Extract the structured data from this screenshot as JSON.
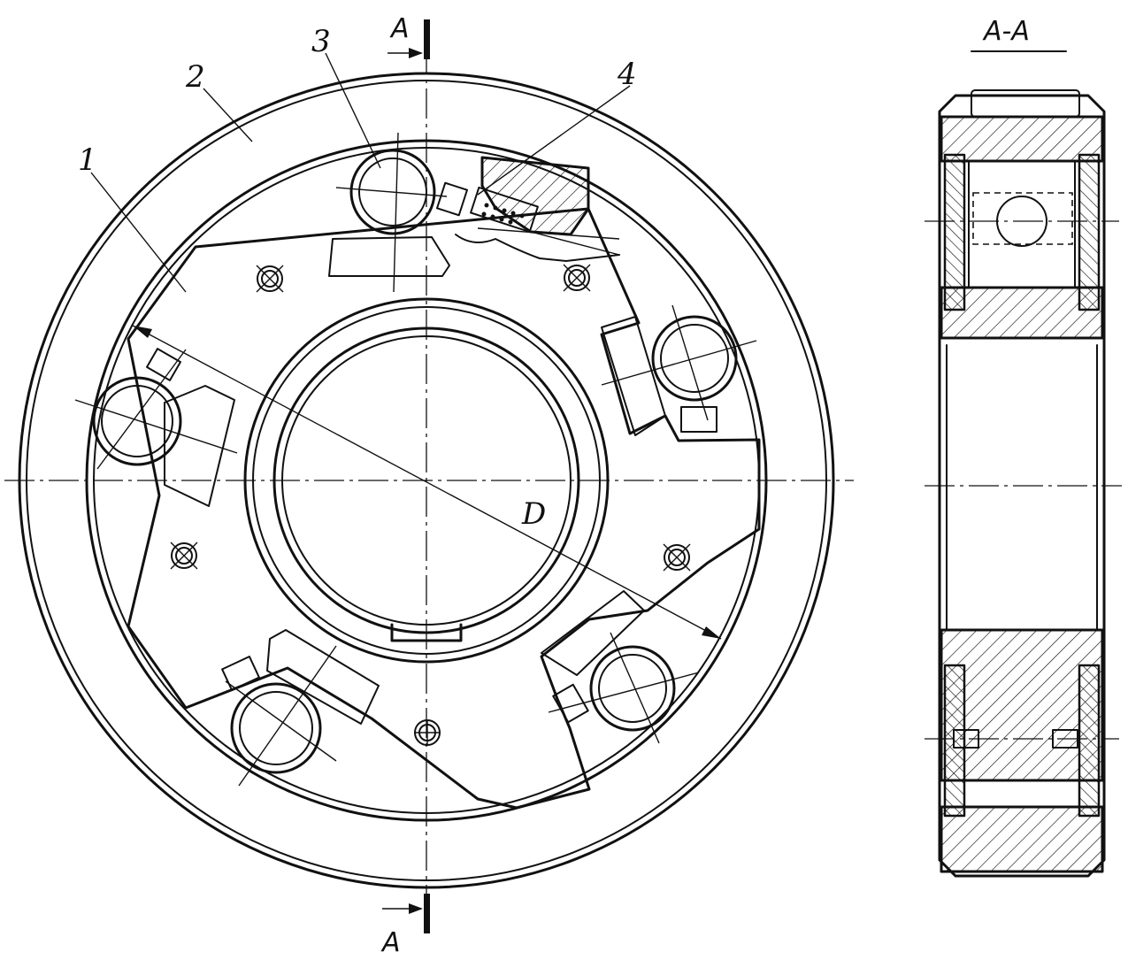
{
  "main_view": {
    "part_labels": [
      "1",
      "2",
      "3",
      "4"
    ],
    "dimension_label": "D",
    "section_marks": {
      "top": "A",
      "bottom": "A"
    }
  },
  "section_view": {
    "title": "A-A"
  }
}
